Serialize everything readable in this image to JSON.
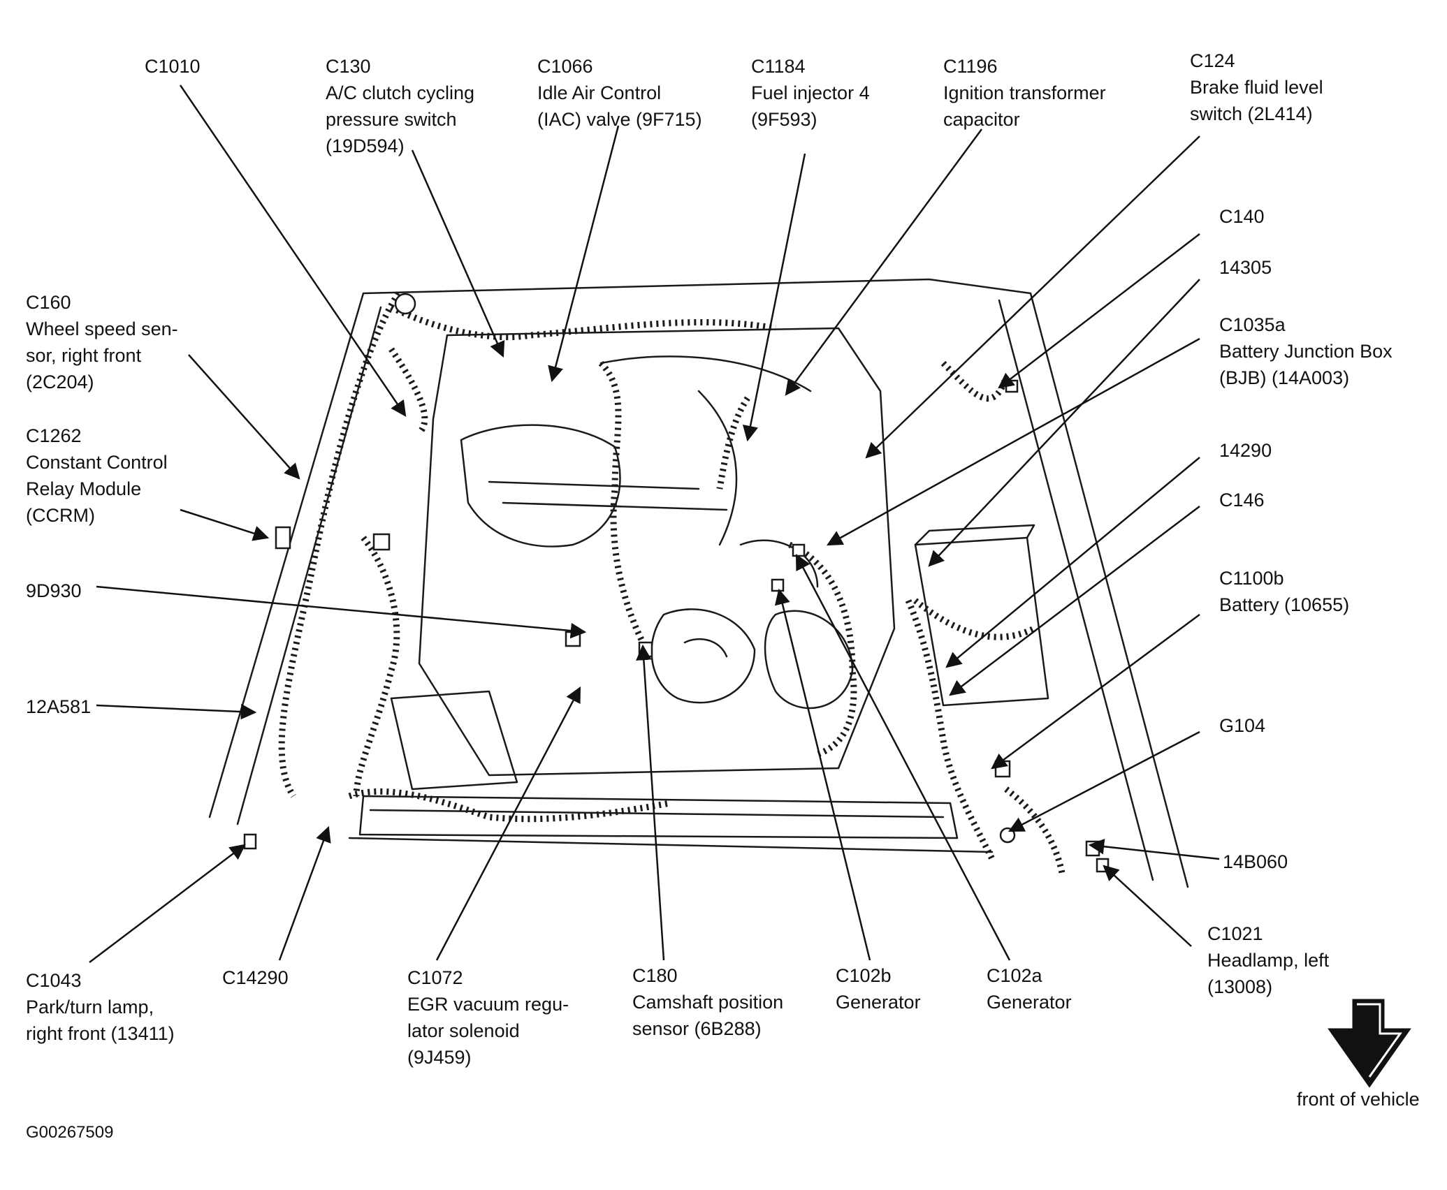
{
  "figure_id": "G00267509",
  "front_label": "front of vehicle",
  "icons": {
    "front_arrow": "down-arrow-icon"
  },
  "labels": [
    {
      "key": "c1010",
      "code": "C1010",
      "lines": []
    },
    {
      "key": "c130",
      "code": "C130",
      "lines": [
        "A/C clutch cycling",
        "pressure switch",
        "(19D594)"
      ]
    },
    {
      "key": "c1066",
      "code": "C1066",
      "lines": [
        "Idle Air Control",
        "(IAC) valve (9F715)"
      ]
    },
    {
      "key": "c1184",
      "code": "C1184",
      "lines": [
        "Fuel injector 4",
        "(9F593)"
      ]
    },
    {
      "key": "c1196",
      "code": "C1196",
      "lines": [
        "Ignition transformer",
        "capacitor"
      ]
    },
    {
      "key": "c124",
      "code": "C124",
      "lines": [
        "Brake fluid level",
        "switch (2L414)"
      ]
    },
    {
      "key": "c140",
      "code": "C140",
      "lines": []
    },
    {
      "key": "n14305",
      "code": "14305",
      "lines": []
    },
    {
      "key": "c1035a",
      "code": "C1035a",
      "lines": [
        "Battery Junction Box",
        "(BJB) (14A003)"
      ]
    },
    {
      "key": "n14290",
      "code": "14290",
      "lines": []
    },
    {
      "key": "c146",
      "code": "C146",
      "lines": []
    },
    {
      "key": "c1100b",
      "code": "C1100b",
      "lines": [
        "Battery (10655)"
      ]
    },
    {
      "key": "g104",
      "code": "G104",
      "lines": []
    },
    {
      "key": "n14b060",
      "code": "14B060",
      "lines": []
    },
    {
      "key": "c1021",
      "code": "C1021",
      "lines": [
        "Headlamp, left",
        "(13008)"
      ]
    },
    {
      "key": "c160",
      "code": "C160",
      "lines": [
        "Wheel speed sen-",
        "sor, right front",
        "(2C204)"
      ]
    },
    {
      "key": "c1262",
      "code": "C1262",
      "lines": [
        "Constant Control",
        "Relay Module",
        "(CCRM)"
      ]
    },
    {
      "key": "n9d930",
      "code": "9D930",
      "lines": []
    },
    {
      "key": "n12a581",
      "code": "12A581",
      "lines": []
    },
    {
      "key": "c1043",
      "code": "C1043",
      "lines": [
        "Park/turn lamp,",
        "right front (13411)"
      ]
    },
    {
      "key": "c14290",
      "code": "C14290",
      "lines": []
    },
    {
      "key": "c1072",
      "code": "C1072",
      "lines": [
        "EGR vacuum regu-",
        "lator solenoid",
        "(9J459)"
      ]
    },
    {
      "key": "c180",
      "code": "C180",
      "lines": [
        "Camshaft position",
        "sensor (6B288)"
      ]
    },
    {
      "key": "c102b",
      "code": "C102b",
      "lines": [
        "Generator"
      ]
    },
    {
      "key": "c102a",
      "code": "C102a",
      "lines": [
        "Generator"
      ]
    }
  ]
}
